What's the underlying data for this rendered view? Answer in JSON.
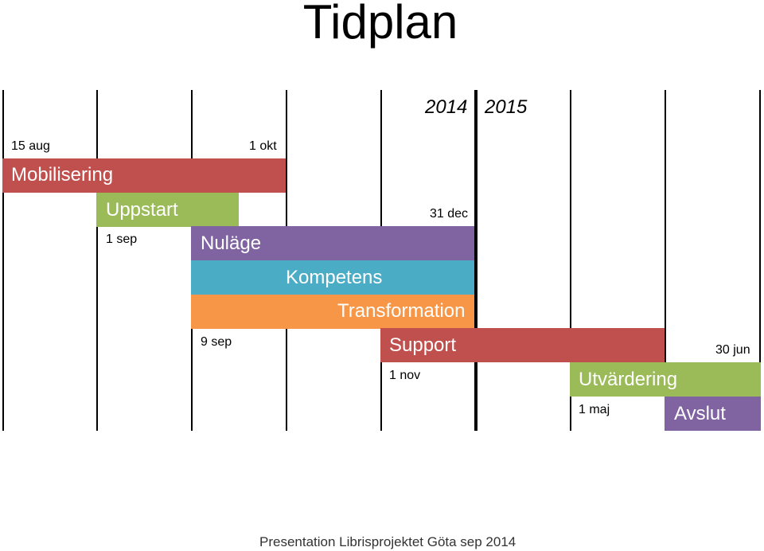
{
  "title": "Tidplan",
  "years": [
    "2014",
    "2015"
  ],
  "colors": {
    "red": "#C0504D",
    "green": "#9BBB59",
    "purple": "#8064A2",
    "teal": "#4BACC6",
    "orange": "#F79646"
  },
  "phases": [
    {
      "label": "Mobilisering",
      "color": "red"
    },
    {
      "label": "Uppstart",
      "color": "green"
    },
    {
      "label": "Nuläge",
      "color": "purple"
    },
    {
      "label": "Kompetens",
      "color": "teal"
    },
    {
      "label": "Transformation",
      "color": "orange"
    },
    {
      "label": "Support",
      "color": "red"
    },
    {
      "label": "Utvärdering",
      "color": "green"
    },
    {
      "label": "Avslut",
      "color": "purple"
    }
  ],
  "dates": [
    "15 aug",
    "1 okt",
    "1 sep",
    "31 dec",
    "9 sep",
    "1 nov",
    "30 jun",
    "1 maj"
  ],
  "footer": "Presentation Librisprojektet Göta sep 2014"
}
